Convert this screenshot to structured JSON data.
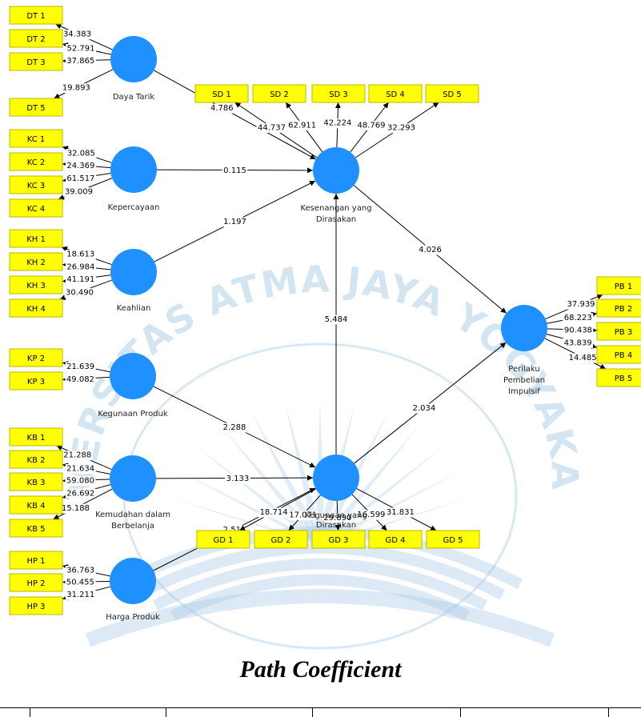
{
  "watermark": {
    "text": "UNIVERSITAS ATMA JAYA YOGYAKARTA",
    "color": "#a9cbe6"
  },
  "colors": {
    "latent": "#1e90ff",
    "indicator": "#ffff00",
    "indicator_border": "#b8b800",
    "edge": "#000000"
  },
  "latent_variables": [
    {
      "id": "dt",
      "label": [
        "Daya Tarik"
      ]
    },
    {
      "id": "kc",
      "label": [
        "Kepercayaan"
      ]
    },
    {
      "id": "kh",
      "label": [
        "Keahlian"
      ]
    },
    {
      "id": "kp",
      "label": [
        "Kegunaan Produk"
      ]
    },
    {
      "id": "kb",
      "label": [
        "Kemudahan dalam",
        "Berbelanja"
      ]
    },
    {
      "id": "hp",
      "label": [
        "Harga Produk"
      ]
    },
    {
      "id": "sd",
      "label": [
        "Kesenangan yang",
        "Dirasakan"
      ]
    },
    {
      "id": "gd",
      "label": [
        "Kegunaan yang",
        "Dirasakan"
      ]
    },
    {
      "id": "pb",
      "label": [
        "Perilaku",
        "Pembelian",
        "Impulsif"
      ]
    }
  ],
  "indicators": [
    {
      "id": "DT1",
      "label": "DT 1",
      "lv": "dt",
      "weight": "34.383"
    },
    {
      "id": "DT2",
      "label": "DT 2",
      "lv": "dt",
      "weight": "52.791"
    },
    {
      "id": "DT3",
      "label": "DT 3",
      "lv": "dt",
      "weight": "37.865"
    },
    {
      "id": "DT5",
      "label": "DT 5",
      "lv": "dt",
      "weight": "19.893"
    },
    {
      "id": "KC1",
      "label": "KC 1",
      "lv": "kc",
      "weight": "32.085"
    },
    {
      "id": "KC2",
      "label": "KC 2",
      "lv": "kc",
      "weight": "24.369"
    },
    {
      "id": "KC3",
      "label": "KC 3",
      "lv": "kc",
      "weight": "61.517"
    },
    {
      "id": "KC4",
      "label": "KC 4",
      "lv": "kc",
      "weight": "39.009"
    },
    {
      "id": "KH1",
      "label": "KH 1",
      "lv": "kh",
      "weight": "18.613"
    },
    {
      "id": "KH2",
      "label": "KH 2",
      "lv": "kh",
      "weight": "26.984"
    },
    {
      "id": "KH3",
      "label": "KH 3",
      "lv": "kh",
      "weight": "41.191"
    },
    {
      "id": "KH4",
      "label": "KH 4",
      "lv": "kh",
      "weight": "30.490"
    },
    {
      "id": "KP2",
      "label": "KP 2",
      "lv": "kp",
      "weight": "21.639"
    },
    {
      "id": "KP3",
      "label": "KP 3",
      "lv": "kp",
      "weight": "49.082"
    },
    {
      "id": "KB1",
      "label": "KB 1",
      "lv": "kb",
      "weight": "21.288"
    },
    {
      "id": "KB2",
      "label": "KB 2",
      "lv": "kb",
      "weight": "21.634"
    },
    {
      "id": "KB3",
      "label": "KB 3",
      "lv": "kb",
      "weight": "59.080"
    },
    {
      "id": "KB4",
      "label": "KB 4",
      "lv": "kb",
      "weight": "26.692"
    },
    {
      "id": "KB5",
      "label": "KB 5",
      "lv": "kb",
      "weight": "15.188"
    },
    {
      "id": "HP1",
      "label": "HP 1",
      "lv": "hp",
      "weight": "36.763"
    },
    {
      "id": "HP2",
      "label": "HP 2",
      "lv": "hp",
      "weight": "50.455"
    },
    {
      "id": "HP3",
      "label": "HP 3",
      "lv": "hp",
      "weight": "31.211"
    },
    {
      "id": "SD1",
      "label": "SD 1",
      "lv": "sd",
      "weight": "44.737"
    },
    {
      "id": "SD2",
      "label": "SD 2",
      "lv": "sd",
      "weight": "62.911"
    },
    {
      "id": "SD3",
      "label": "SD 3",
      "lv": "sd",
      "weight": "42.224"
    },
    {
      "id": "SD4",
      "label": "SD 4",
      "lv": "sd",
      "weight": "48.769"
    },
    {
      "id": "SD5",
      "label": "SD 5",
      "lv": "sd",
      "weight": "32.293"
    },
    {
      "id": "GD1",
      "label": "GD 1",
      "lv": "gd",
      "weight": "18.714"
    },
    {
      "id": "GD2",
      "label": "GD 2",
      "lv": "gd",
      "weight": "17.071"
    },
    {
      "id": "GD3",
      "label": "GD 3",
      "lv": "gd",
      "weight": "29.890"
    },
    {
      "id": "GD4",
      "label": "GD 4",
      "lv": "gd",
      "weight": "16.599"
    },
    {
      "id": "GD5",
      "label": "GD 5",
      "lv": "gd",
      "weight": "31.831"
    },
    {
      "id": "PB1",
      "label": "PB 1",
      "lv": "pb",
      "weight": "37.939"
    },
    {
      "id": "PB2",
      "label": "PB 2",
      "lv": "pb",
      "weight": "68.223"
    },
    {
      "id": "PB3",
      "label": "PB 3",
      "lv": "pb",
      "weight": "90.438"
    },
    {
      "id": "PB4",
      "label": "PB 4",
      "lv": "pb",
      "weight": "43.839"
    },
    {
      "id": "PB5",
      "label": "PB 5",
      "lv": "pb",
      "weight": "14.485"
    }
  ],
  "paths": [
    {
      "from": "dt",
      "to": "sd",
      "value": "4.786"
    },
    {
      "from": "kc",
      "to": "sd",
      "value": "0.115"
    },
    {
      "from": "kh",
      "to": "sd",
      "value": "1.197"
    },
    {
      "from": "gd",
      "to": "sd",
      "value": "5.484"
    },
    {
      "from": "sd",
      "to": "pb",
      "value": "4.026"
    },
    {
      "from": "gd",
      "to": "pb",
      "value": "2.034"
    },
    {
      "from": "kp",
      "to": "gd",
      "value": "2.288"
    },
    {
      "from": "kb",
      "to": "gd",
      "value": "3.133"
    },
    {
      "from": "hp",
      "to": "gd",
      "value": "2.511"
    }
  ],
  "caption": "Path Coefficient"
}
